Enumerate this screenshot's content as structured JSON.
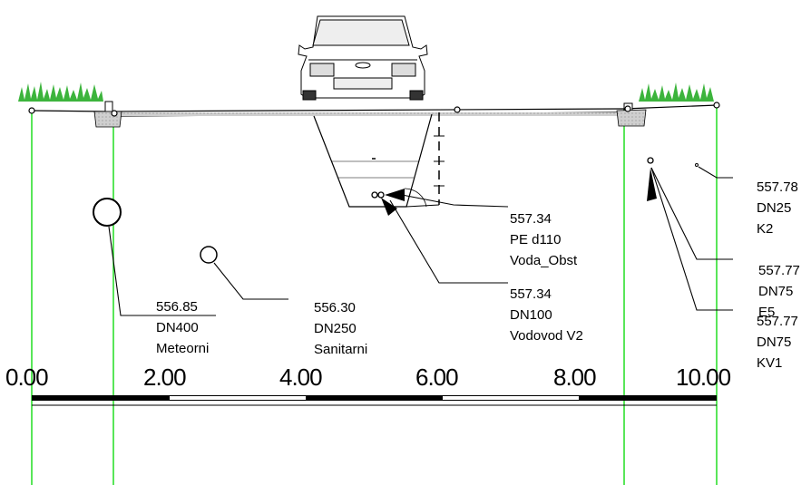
{
  "diagram": {
    "pipes": [
      {
        "id": "meteorni",
        "elevation": "556.85",
        "dn": "DN400",
        "name": "Meteorni"
      },
      {
        "id": "sanitarni",
        "elevation": "556.30",
        "dn": "DN250",
        "name": "Sanitarni"
      },
      {
        "id": "voda-obst",
        "elevation": "557.34",
        "dn": "PE d110",
        "name": "Voda_Obst"
      },
      {
        "id": "vodovod",
        "elevation": "557.34",
        "dn": "DN100",
        "name": "Vodovod V2"
      },
      {
        "id": "k2",
        "elevation": "557.78",
        "dn": "DN25",
        "name": "K2"
      },
      {
        "id": "e5",
        "elevation": "557.77",
        "dn": "DN75",
        "name": "E5"
      },
      {
        "id": "kv1",
        "elevation": "557.77",
        "dn": "DN75",
        "name": "KV1"
      }
    ],
    "scale": {
      "ticks": [
        "0.00",
        "2.00",
        "4.00",
        "6.00",
        "8.00",
        "10.00"
      ]
    },
    "colors": {
      "guide_line": "#22dd22",
      "grass": "#3cb43c",
      "line": "#000000",
      "fill_hatch": "#bbbbbb"
    },
    "icons": [
      "car-icon",
      "grass-icon"
    ]
  }
}
